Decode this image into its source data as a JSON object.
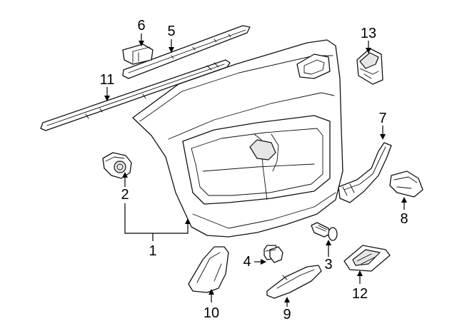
{
  "callouts": {
    "c1": "1",
    "c2": "2",
    "c3": "3",
    "c4": "4",
    "c5": "5",
    "c6": "6",
    "c7": "7",
    "c8": "8",
    "c9": "9",
    "c10": "10",
    "c11": "11",
    "c12": "12",
    "c13": "13"
  },
  "colors": {
    "line": "#111111",
    "fill": "#ffffff",
    "shade": "#e6e6e6"
  }
}
